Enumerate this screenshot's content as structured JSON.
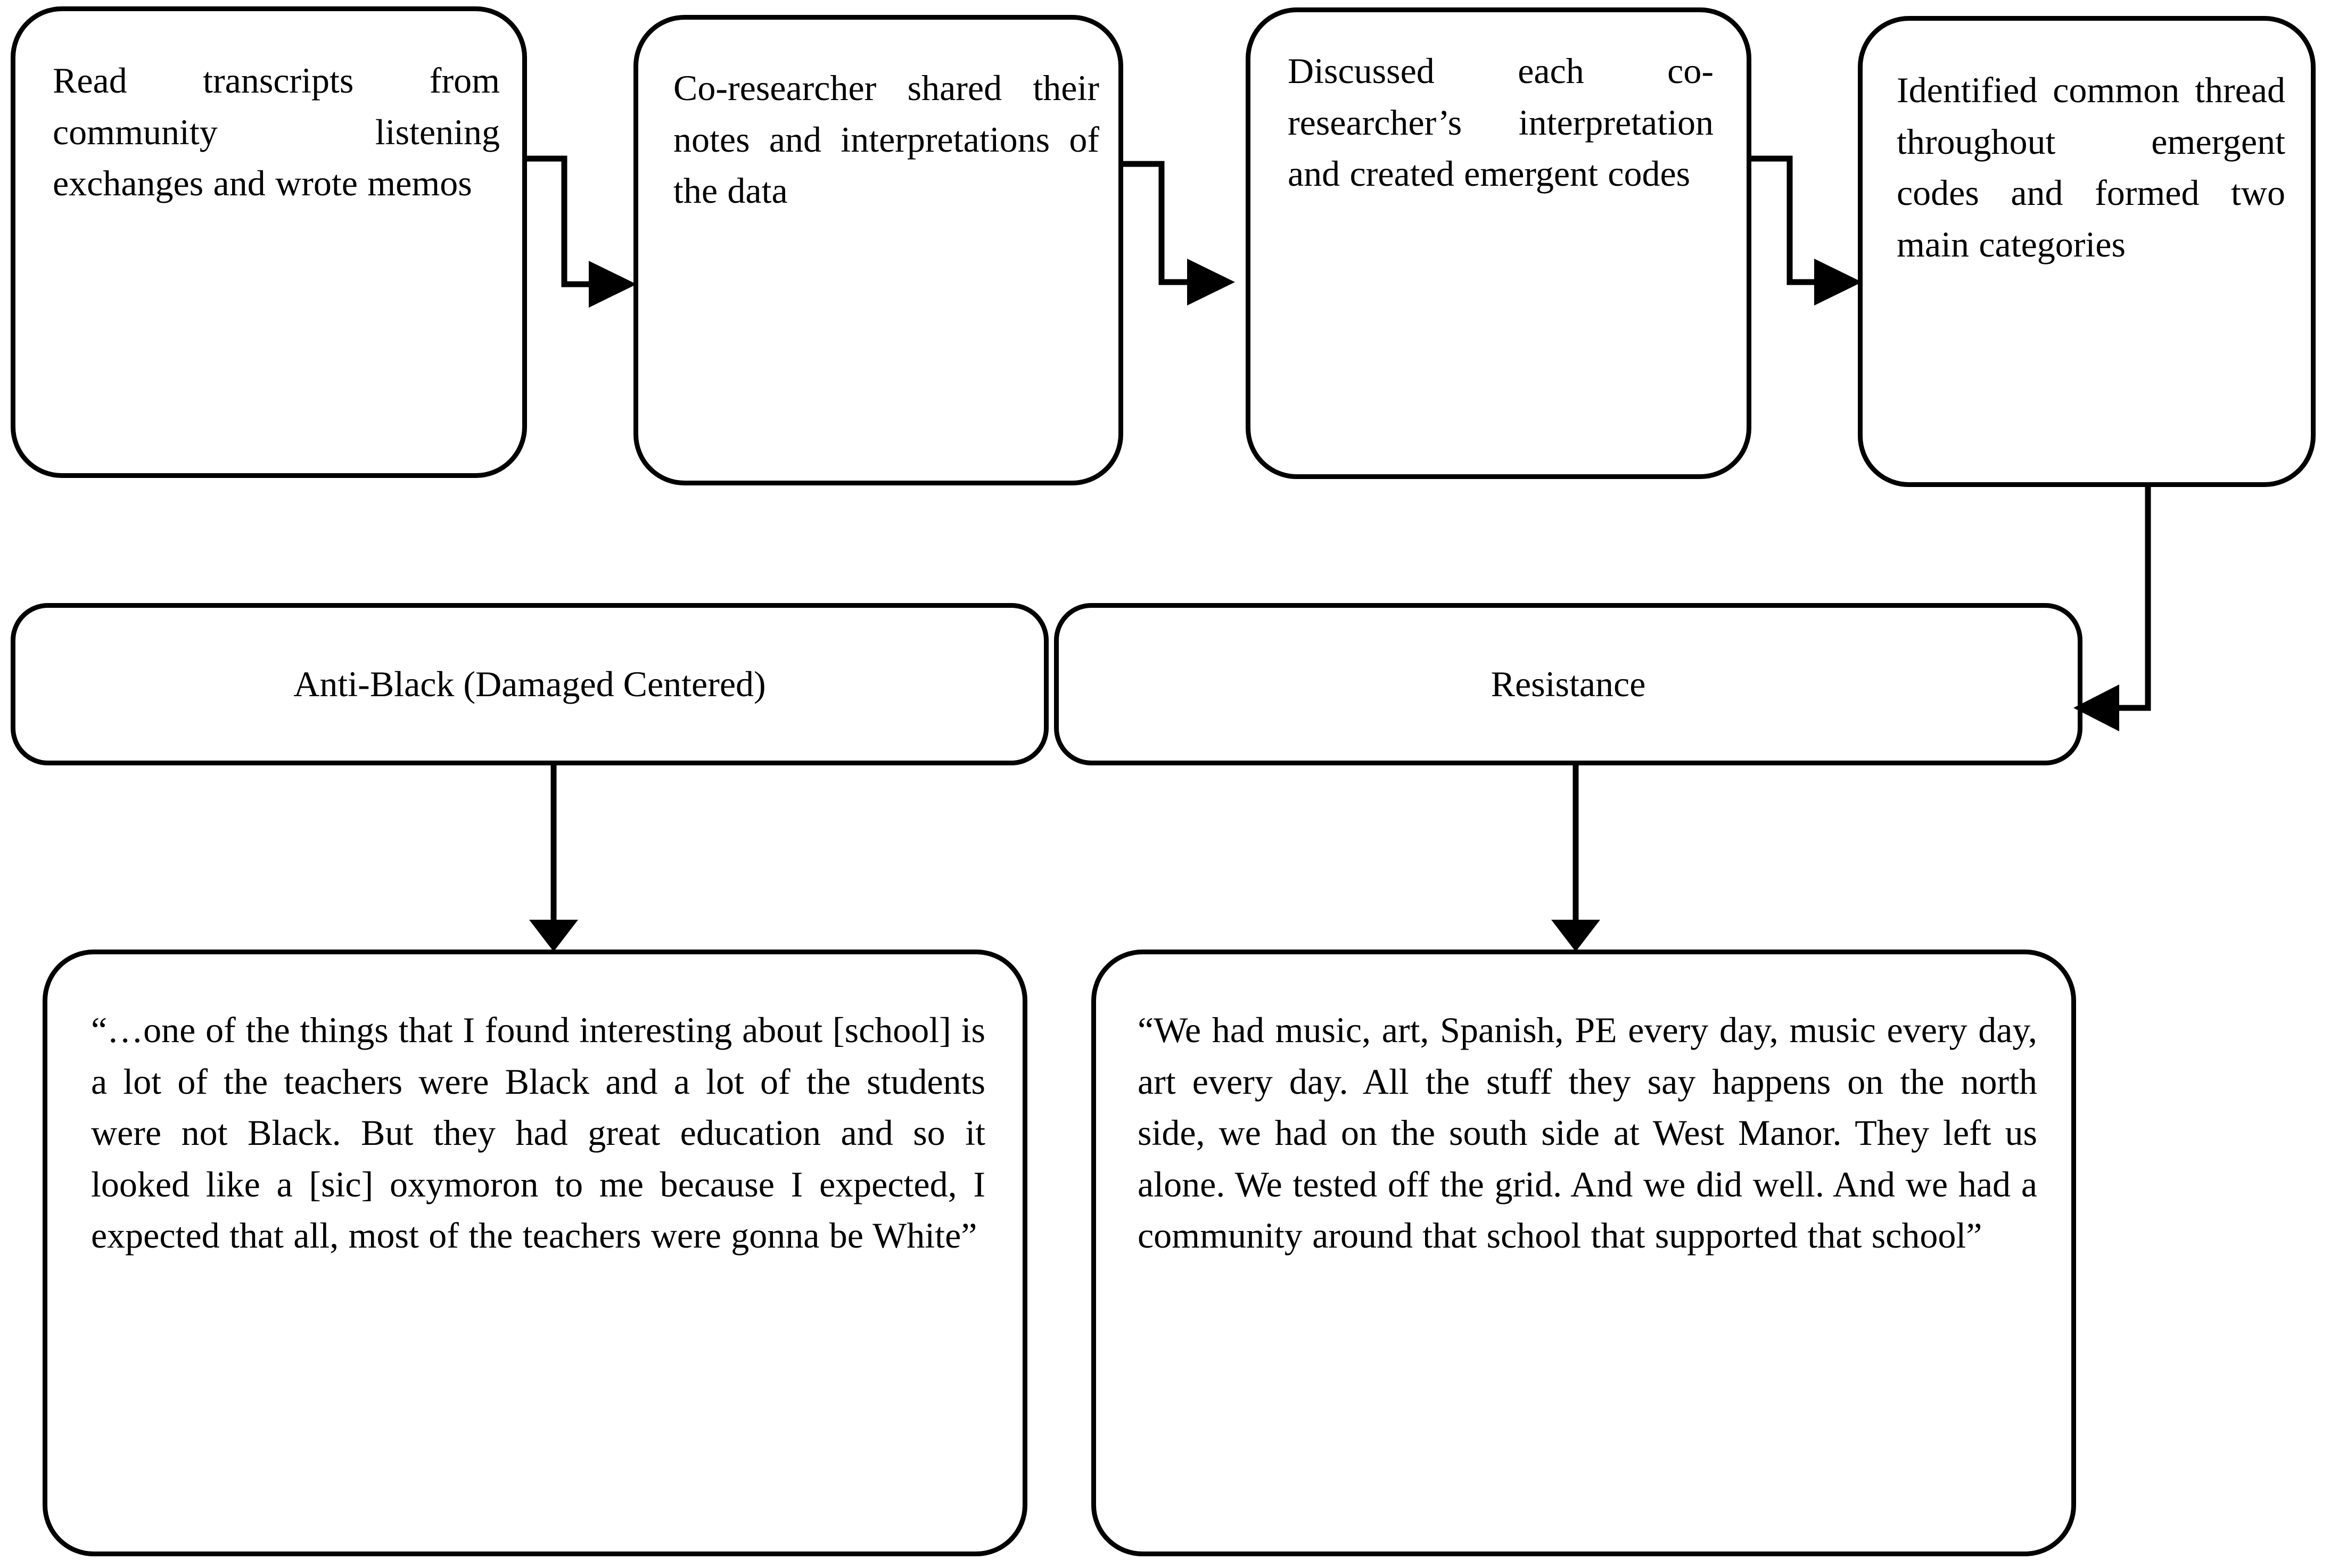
{
  "diagram": {
    "title": "Qualitative data analysis process flowchart",
    "stroke_color": "#000000",
    "background_color": "#ffffff",
    "process_steps": [
      {
        "id": "step-1",
        "text": "Read transcripts from community listening exchanges and wrote memos"
      },
      {
        "id": "step-2",
        "text": "Co-researcher shared their notes and interpretations of the data"
      },
      {
        "id": "step-3",
        "text": "Discussed each co-researcher’s interpretation and created emergent codes"
      },
      {
        "id": "step-4",
        "text": "Identified common thread throughout emergent codes and formed two main categories"
      }
    ],
    "categories": [
      {
        "id": "category-anti-black",
        "label": "Anti-Black (Damaged Centered)"
      },
      {
        "id": "category-resistance",
        "label": "Resistance"
      }
    ],
    "quotes": [
      {
        "id": "quote-anti-black",
        "text": "“…one of the things that I found interesting about [school] is a lot of the teachers were Black and a lot of the students were not Black. But they had great education and so it looked like a [sic] oxymoron to me because I expected, I expected that all, most of the teachers were gonna be White”"
      },
      {
        "id": "quote-resistance",
        "text": "“We had music, art, Spanish, PE every day, music every day, art every day. All the stuff they say happens on the north side, we had on the south side at West Manor. They left us alone. We tested off the grid. And we did well. And we had a community around that school that supported that school”"
      }
    ],
    "connectors": [
      {
        "id": "connector-step1-to-step2",
        "from": "step-1",
        "to": "step-2",
        "arrow": "right"
      },
      {
        "id": "connector-step2-to-step3",
        "from": "step-2",
        "to": "step-3",
        "arrow": "right"
      },
      {
        "id": "connector-step3-to-step4",
        "from": "step-3",
        "to": "step-4",
        "arrow": "right"
      },
      {
        "id": "connector-step4-to-resistance",
        "from": "step-4",
        "to": "category-resistance",
        "arrow": "left"
      },
      {
        "id": "connector-antiblack-to-quote",
        "from": "category-anti-black",
        "to": "quote-anti-black",
        "arrow": "down"
      },
      {
        "id": "connector-resistance-to-quote",
        "from": "category-resistance",
        "to": "quote-resistance",
        "arrow": "down"
      }
    ]
  }
}
